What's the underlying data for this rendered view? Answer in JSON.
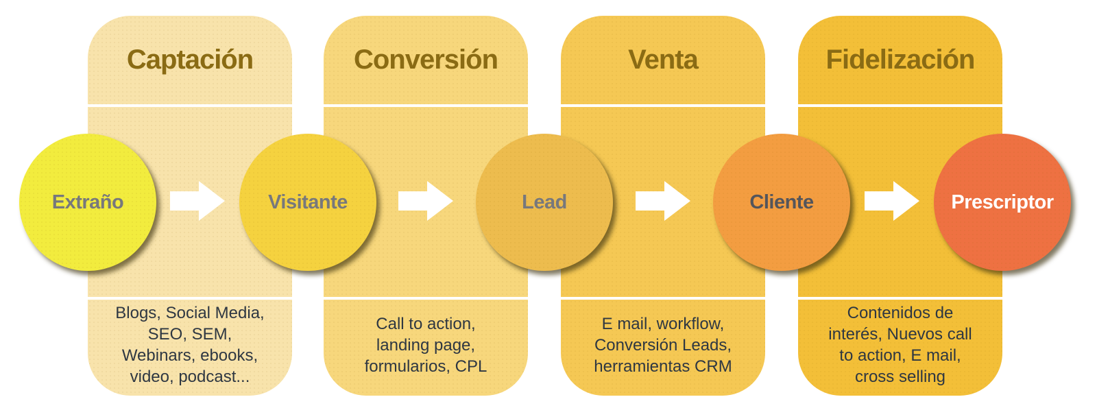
{
  "diagram": {
    "background": "#ffffff",
    "arrow_color": "#ffffff",
    "tools_text_color": "#2e3742",
    "stages": [
      {
        "title": "Captación",
        "color": "#f8e3ab",
        "title_color": "#8a6b14",
        "tools": [
          "Blogs, Social Media,",
          "SEO, SEM,",
          "Webinars, ebooks,",
          "video, podcast..."
        ]
      },
      {
        "title": "Conversión",
        "color": "#f7d77c",
        "title_color": "#8a6b14",
        "tools": [
          "Call to action,",
          "landing page,",
          "formularios, CPL"
        ]
      },
      {
        "title": "Venta",
        "color": "#f5c854",
        "title_color": "#8a6b14",
        "tools": [
          "E mail, workflow,",
          "Conversión Leads,",
          "herramientas CRM"
        ]
      },
      {
        "title": "Fidelización",
        "color": "#f3bf38",
        "title_color": "#8a6b14",
        "tools": [
          "Contenidos de",
          "interés, Nuevos call",
          "to action, E mail,",
          "cross selling"
        ]
      }
    ],
    "actors": [
      {
        "label": "Extraño",
        "color": "#f2ec3e",
        "text_color": "#77787c"
      },
      {
        "label": "Visitante",
        "color": "#f5d23f",
        "text_color": "#77787c"
      },
      {
        "label": "Lead",
        "color": "#edbc4e",
        "text_color": "#77787c"
      },
      {
        "label": "Cliente",
        "color": "#f39d41",
        "text_color": "#54555b"
      },
      {
        "label": "Prescriptor",
        "color": "#ee7142",
        "text_color": "#ffffff"
      }
    ]
  }
}
